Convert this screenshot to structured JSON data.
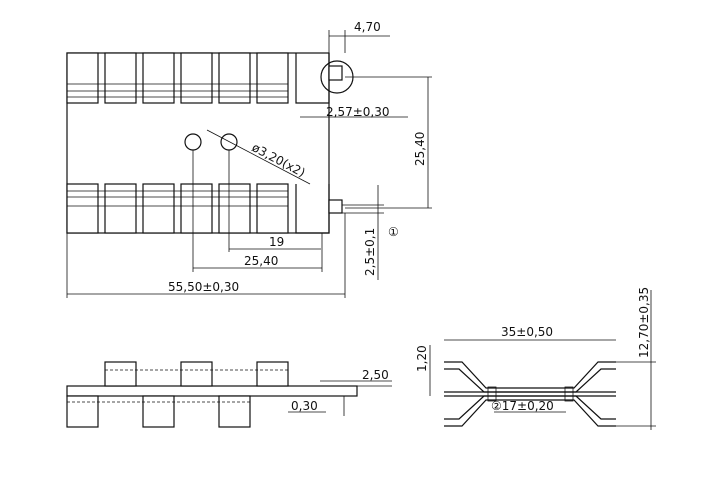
{
  "drawing": {
    "dimensions": {
      "tab_width": "4,70",
      "fin_offset": "2,57±0,30",
      "circle_marker_2": "②",
      "height": "25,40",
      "hole_dia": "ø3,20(x2)",
      "pitch_19": "19",
      "pitch_2540": "25,40",
      "thickness_tol": "2,5±0,1",
      "circle_marker_1": "①",
      "total_length": "55,50±0,30",
      "fin_height": "2,50",
      "sheet_thk": "0,30",
      "side_width": "35±0,50",
      "side_height": "12,70±0,35",
      "bend_height": "1,20",
      "inner_width": "②17±0,20"
    }
  }
}
